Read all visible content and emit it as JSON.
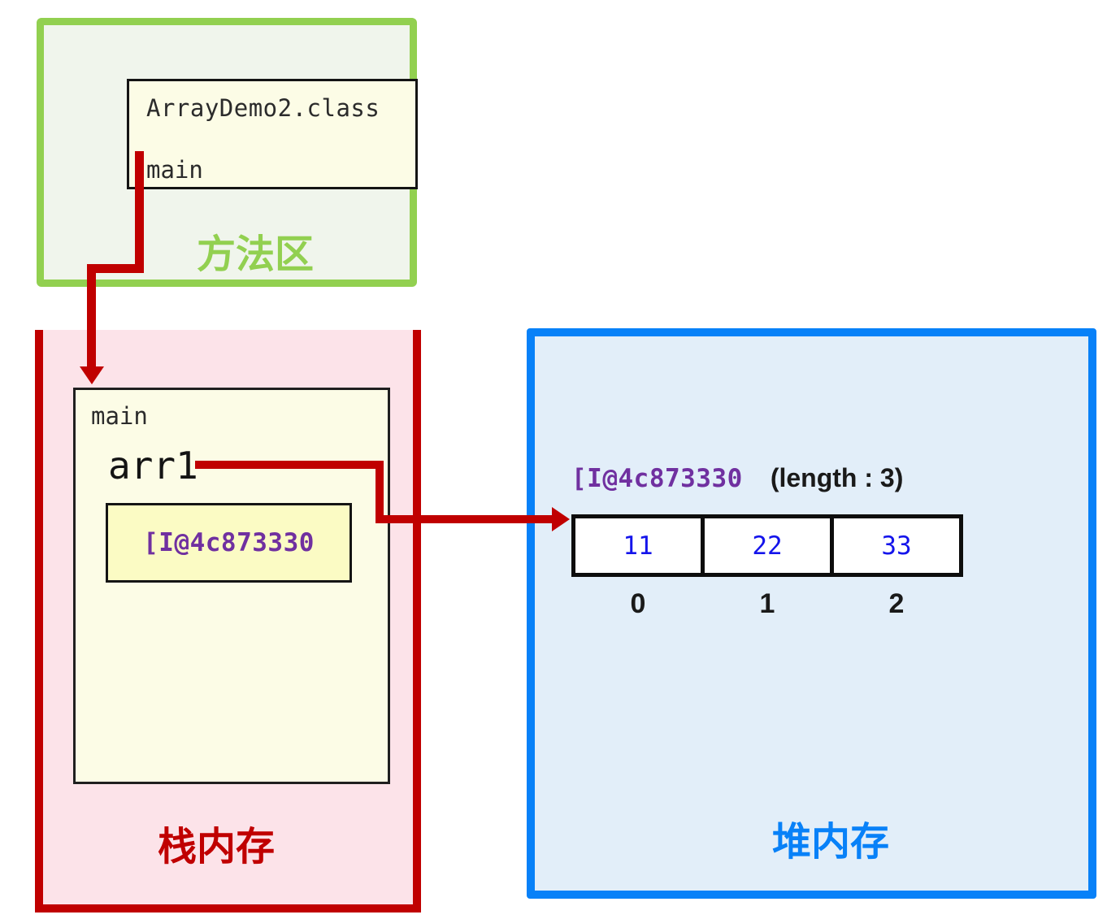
{
  "method_area": {
    "label": "方法区",
    "class_box": {
      "class_name": "ArrayDemo2.class",
      "method_name": "main"
    }
  },
  "stack": {
    "label": "栈内存",
    "frame": {
      "title": "main",
      "variable_name": "arr1",
      "reference_value": "[I@4c873330"
    }
  },
  "heap": {
    "label": "堆内存",
    "object_header": {
      "reference": "[I@4c873330",
      "length_text": "(length : 3)"
    },
    "array": {
      "values": [
        "11",
        "22",
        "33"
      ],
      "indices": [
        "0",
        "1",
        "2"
      ]
    }
  },
  "colors": {
    "method_area_accent": "#92D050",
    "stack_accent": "#C00000",
    "heap_accent": "#0881F8",
    "reference_text_purple": "#7030A0",
    "array_value_blue": "#1414EB"
  }
}
